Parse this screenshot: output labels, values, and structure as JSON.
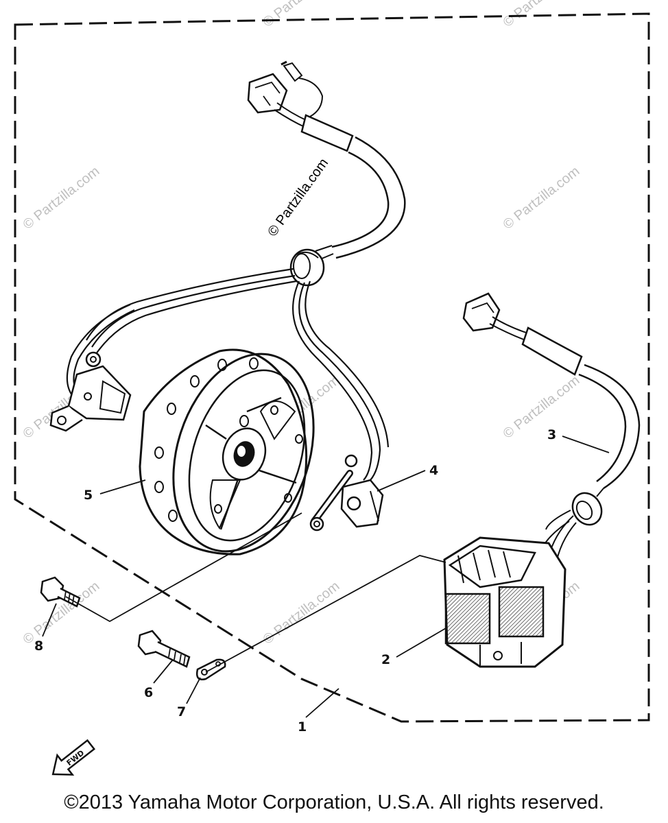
{
  "diagram": {
    "callouts": [
      {
        "id": "1",
        "label": "1"
      },
      {
        "id": "2",
        "label": "2"
      },
      {
        "id": "3",
        "label": "3"
      },
      {
        "id": "4",
        "label": "4"
      },
      {
        "id": "5",
        "label": "5"
      },
      {
        "id": "6",
        "label": "6"
      },
      {
        "id": "7",
        "label": "7"
      },
      {
        "id": "8",
        "label": "8"
      }
    ],
    "fwd_arrow_text": "FWD",
    "watermark_main": "© Partzilla.com",
    "watermark_faint": "© Partzilla.com"
  },
  "footer": {
    "copyright": "©2013 Yamaha Motor Corporation, U.S.A. All rights reserved."
  }
}
